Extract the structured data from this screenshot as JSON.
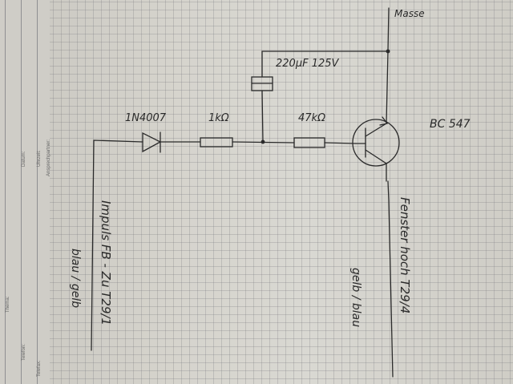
{
  "form": {
    "thema": "Thema:",
    "datum": "Datum:",
    "telefon": "Telefon:",
    "uhrzeit": "Uhrzeit:",
    "telefax": "Telefax:",
    "ansprechpartner": "Ansprechpartner:"
  },
  "labels": {
    "masse": "Masse",
    "capacitor": "220µF 125V",
    "diode": "1N4007",
    "r1": "1kΩ",
    "r2": "47kΩ",
    "transistor": "BC 547",
    "output_line1": "Fenster hoch  T29/4",
    "output_line2": "gelb / blau",
    "input_line1": "Impuls  FB - Zu  T29/1",
    "input_line2": "blau / gelb"
  },
  "colors": {
    "ink": "#2a2a2a",
    "grid": "#8a8a90",
    "paper": "#d6d4cd"
  }
}
